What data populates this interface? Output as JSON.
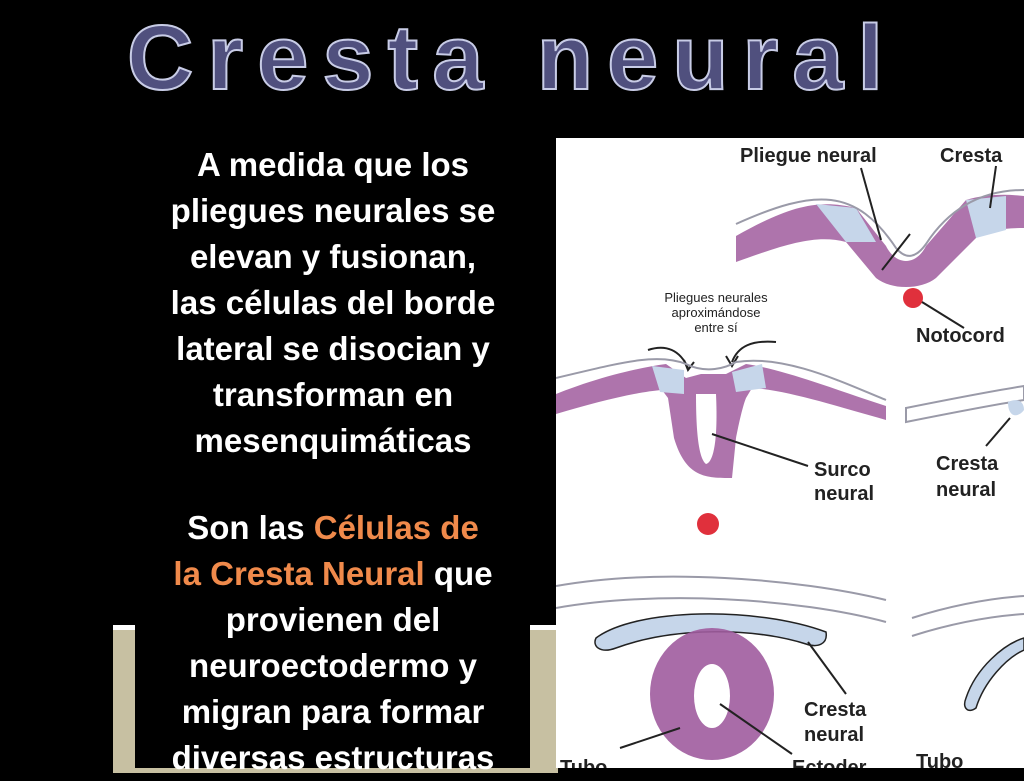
{
  "title": "Cresta neural",
  "paragraph1": [
    "A medida que los",
    "pliegues neurales se",
    "elevan y fusionan,",
    "las células del borde",
    "lateral se disocian y",
    "transforman en",
    "mesenquimáticas"
  ],
  "paragraph2": {
    "line1_pre": "Son las ",
    "line1_hl": "Células de",
    "line2_hl": "la Cresta Neural",
    "line2_post": " que",
    "lines": [
      "provienen del",
      "neuroectodermo y",
      "migran para formar",
      "diversas estructuras"
    ]
  },
  "figure": {
    "labels": {
      "pliegue_neural": "Pliegue neural",
      "cresta": "Cresta",
      "notocorda": "Notocord",
      "pliegues_aprox_1": "Pliegues neurales",
      "pliegues_aprox_2": "aproximándose",
      "pliegues_aprox_3": "entre sí",
      "surco_1": "Surco",
      "surco_2": "neural",
      "cresta_neural_mid_1": "Cresta",
      "cresta_neural_mid_2": "neural",
      "cresta_neural_bot_1": "Cresta",
      "cresta_neural_bot_2": "neural",
      "tubo_left": "Tubo",
      "tubo_right": "Tubo",
      "ectodermo_partial": "Ectoder"
    },
    "colors": {
      "neural": "#a05c9e",
      "crest": "#c6d6ea",
      "ectoderm_line": "#9a9aa8",
      "notochord": "#e0303c"
    }
  }
}
